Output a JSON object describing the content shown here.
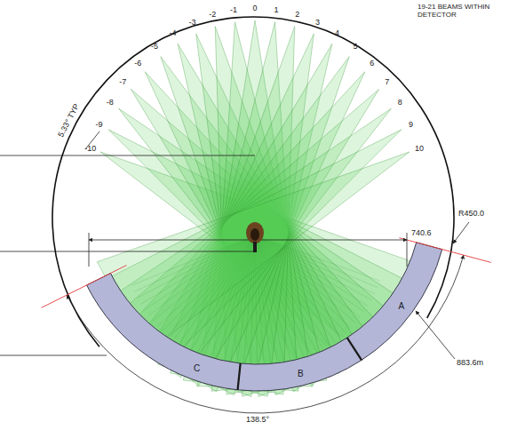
{
  "diagram": {
    "nodes": [
      {
        "text": [
          "A"
        ]
      },
      {
        "text": [
          "B"
        ]
      },
      {
        "text": [
          "C"
        ]
      }
    ],
    "labels": [
      "19-21 BEAMS WITHIN DETECTOR",
      "-10",
      "-9",
      "-8",
      "-7",
      "-6",
      "-5",
      "-4",
      "-3",
      "-2",
      "-1",
      "0",
      "1",
      "2",
      "3",
      "4",
      "5",
      "6",
      "7",
      "8",
      "9",
      "10",
      "5.33° TYP",
      "R450.0",
      "740.6",
      "883.6m",
      "138.5°"
    ]
  }
}
